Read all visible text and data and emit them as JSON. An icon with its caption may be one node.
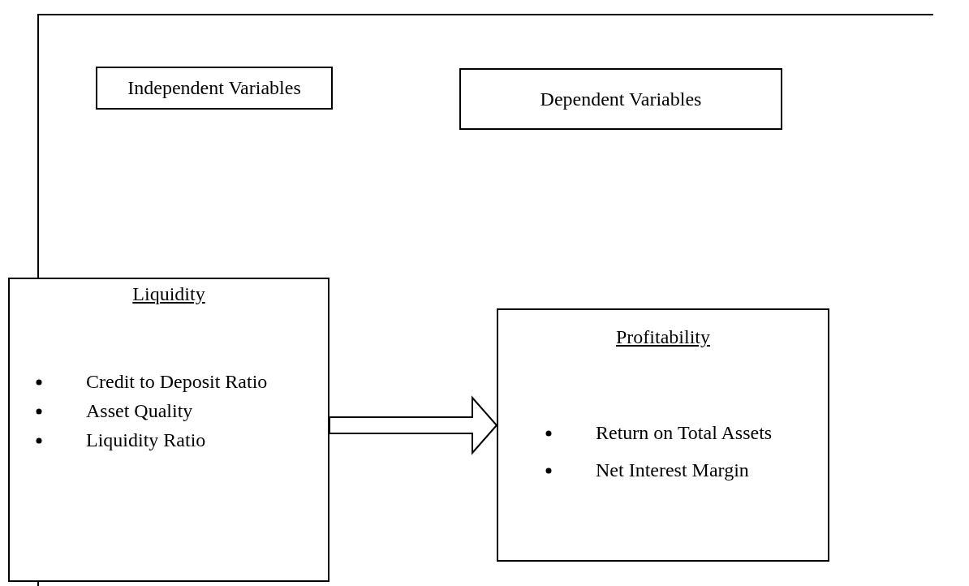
{
  "diagram": {
    "nodes": [
      {
        "text": [
          "Independent Variables"
        ]
      },
      {
        "text": [
          "Dependent Variables"
        ]
      },
      {
        "text": [
          "Liquidity",
          "Credit to Deposit Ratio",
          "Asset Quality",
          "Liquidity Ratio"
        ]
      },
      {
        "text": [
          "Profitability",
          "Return on Total Assets",
          "Net Interest Margin"
        ]
      }
    ],
    "edges": [
      {
        "from": 2,
        "to": 3,
        "arrow": "to"
      }
    ]
  }
}
